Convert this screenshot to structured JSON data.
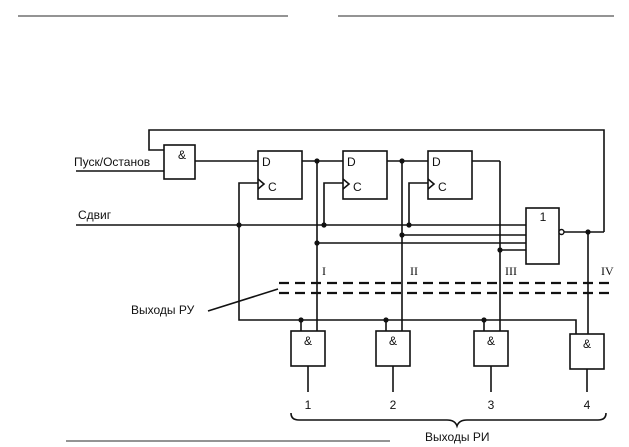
{
  "labels": {
    "start_stop": "Пуск/Останов",
    "shift": "Сдвиг",
    "ru_outputs": "Выходы РУ",
    "ri_outputs": "Выходы РИ"
  },
  "gates": {
    "and_symbol": "&",
    "or_symbol": "1"
  },
  "flipflop": {
    "d_label": "D",
    "c_label": "C"
  },
  "stages": [
    "I",
    "II",
    "III",
    "IV"
  ],
  "outputs": [
    "1",
    "2",
    "3",
    "4"
  ]
}
